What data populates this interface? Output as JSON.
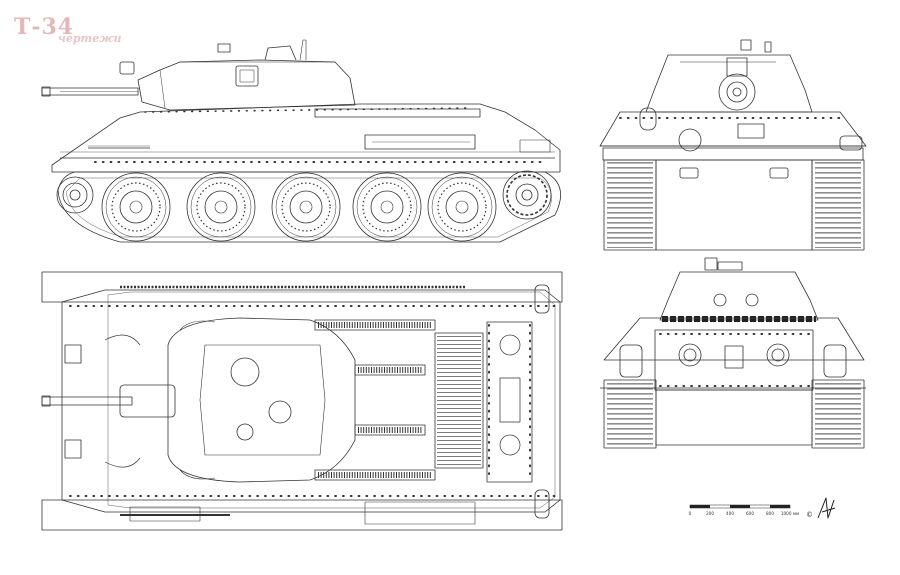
{
  "title": {
    "main": "Т-34",
    "sub": "чертежи"
  },
  "scale_bar": {
    "ticks": [
      "0",
      "200",
      "400",
      "600",
      "800",
      "1000 мм"
    ]
  },
  "copyright": "©",
  "colors": {
    "line": "#333333",
    "title": "#e3b8b8",
    "paper": "#ffffff",
    "fill_dark": "#222222"
  }
}
